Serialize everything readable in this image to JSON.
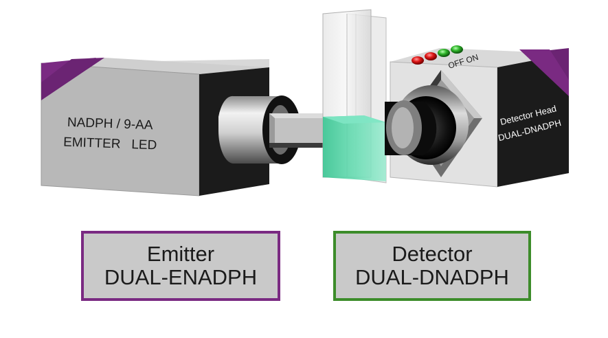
{
  "colors": {
    "emitter_accent": "#7a2a82",
    "detector_accent": "#3c8c2a",
    "housing_gray": "#b9b9b9",
    "housing_dark": "#1b1b1b",
    "sample_green": "#3fd3a0"
  },
  "emitter": {
    "label_line1": "NADPH / 9-AA",
    "label_line2": "EMITTER   LED"
  },
  "detector": {
    "label_line1": "Detector Head",
    "label_line2": "DUAL-DNADPH",
    "switch_off": "OFF",
    "switch_on": "ON",
    "leds": [
      "red",
      "red",
      "green",
      "green"
    ]
  },
  "captions": {
    "emitter_line1": "Emitter",
    "emitter_line2": "DUAL-ENADPH",
    "detector_line1": "Detector",
    "detector_line2": "DUAL-DNADPH"
  }
}
